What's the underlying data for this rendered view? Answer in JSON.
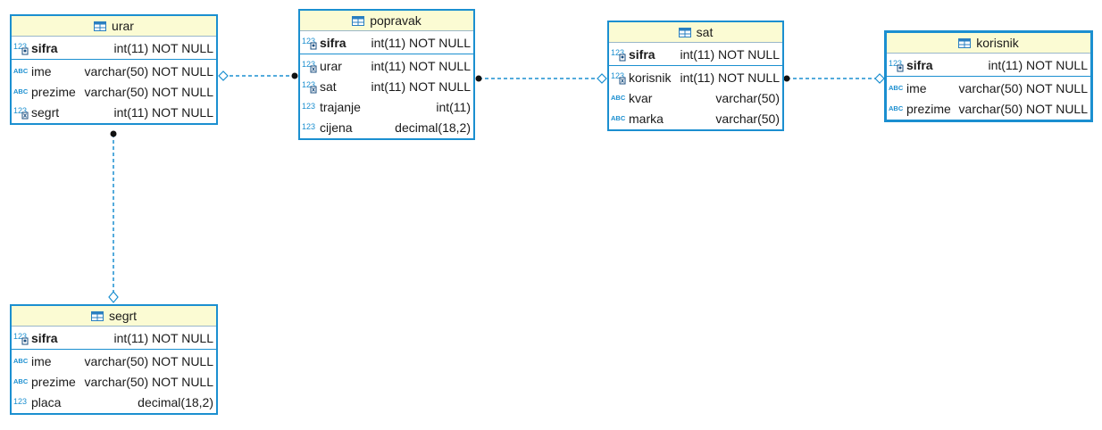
{
  "entities": {
    "urar": {
      "name": "urar",
      "key_columns": [
        {
          "name": "sifra",
          "type": "int(11) NOT NULL",
          "icon": "numeric-key-icon"
        }
      ],
      "columns": [
        {
          "name": "ime",
          "type": "varchar(50) NOT NULL",
          "icon": "abc-text-icon"
        },
        {
          "name": "prezime",
          "type": "varchar(50) NOT NULL",
          "icon": "abc-text-icon"
        },
        {
          "name": "segrt",
          "type": "int(11) NOT NULL",
          "icon": "numeric-foreign-key-icon"
        }
      ]
    },
    "popravak": {
      "name": "popravak",
      "key_columns": [
        {
          "name": "sifra",
          "type": "int(11) NOT NULL",
          "icon": "numeric-key-icon"
        }
      ],
      "columns": [
        {
          "name": "urar",
          "type": "int(11) NOT NULL",
          "icon": "numeric-foreign-key-icon"
        },
        {
          "name": "sat",
          "type": "int(11) NOT NULL",
          "icon": "numeric-foreign-key-icon"
        },
        {
          "name": "trajanje",
          "type": "int(11)",
          "icon": "numeric-icon"
        },
        {
          "name": "cijena",
          "type": "decimal(18,2)",
          "icon": "numeric-icon"
        }
      ]
    },
    "sat": {
      "name": "sat",
      "key_columns": [
        {
          "name": "sifra",
          "type": "int(11) NOT NULL",
          "icon": "numeric-key-icon"
        }
      ],
      "columns": [
        {
          "name": "korisnik",
          "type": "int(11) NOT NULL",
          "icon": "numeric-foreign-key-icon"
        },
        {
          "name": "kvar",
          "type": "varchar(50)",
          "icon": "abc-text-icon"
        },
        {
          "name": "marka",
          "type": "varchar(50)",
          "icon": "abc-text-icon"
        }
      ]
    },
    "korisnik": {
      "name": "korisnik",
      "key_columns": [
        {
          "name": "sifra",
          "type": "int(11) NOT NULL",
          "icon": "numeric-key-icon"
        }
      ],
      "columns": [
        {
          "name": "ime",
          "type": "varchar(50) NOT NULL",
          "icon": "abc-text-icon"
        },
        {
          "name": "prezime",
          "type": "varchar(50) NOT NULL",
          "icon": "abc-text-icon"
        }
      ]
    },
    "segrt": {
      "name": "segrt",
      "key_columns": [
        {
          "name": "sifra",
          "type": "int(11) NOT NULL",
          "icon": "numeric-key-icon"
        }
      ],
      "columns": [
        {
          "name": "ime",
          "type": "varchar(50) NOT NULL",
          "icon": "abc-text-icon"
        },
        {
          "name": "prezime",
          "type": "varchar(50) NOT NULL",
          "icon": "abc-text-icon"
        },
        {
          "name": "placa",
          "type": "decimal(18,2)",
          "icon": "numeric-icon"
        }
      ]
    }
  },
  "relationships": [
    {
      "from": "popravak.urar",
      "to": "urar.sifra"
    },
    {
      "from": "popravak.sat",
      "to": "sat.sifra"
    },
    {
      "from": "sat.korisnik",
      "to": "korisnik.sifra"
    },
    {
      "from": "urar.segrt",
      "to": "segrt.sifra"
    }
  ],
  "colors": {
    "border": "#1b8fd0",
    "header_bg": "#fbfbd3",
    "connector": "#1b8fd0"
  }
}
